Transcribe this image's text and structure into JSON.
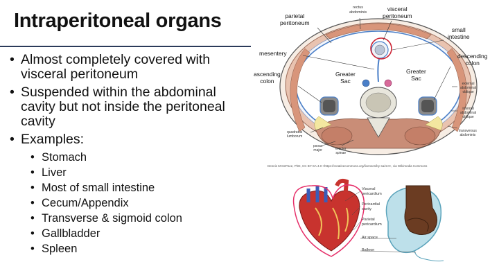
{
  "slide": {
    "title": "Intraperitoneal organs",
    "bullets": [
      "Almost completely covered with visceral peritoneum",
      "Suspended within the abdominal cavity but not inside the peritoneal cavity",
      "Examples:"
    ],
    "examples": [
      "Stomach",
      "Liver",
      "Most of small intestine",
      "Cecum/Appendix",
      "Transverse & sigmoid colon",
      "Gallbladder",
      "Spleen"
    ]
  },
  "diagram_top": {
    "labels": {
      "parietal": "parietal\nperitoneum",
      "rectus": "rectus\nabdominis",
      "visceral": "visceral\nperitoneum",
      "small_intestine": "small\nintestine",
      "mesentery": "mesentery",
      "descending_colon": "descending\ncolon",
      "ascending_colon": "ascending\ncolon",
      "greater_sac_left": "Greater\nSac",
      "greater_sac_right": "Greater\nSac",
      "ext_oblique": "external\nabdominal\noblique",
      "int_oblique": "internal\nabdominal\noblique",
      "transversus": "transversus\nabdominis",
      "quadratus": "quadratus\nlumborum",
      "psoas": "psoas\nmajor",
      "erector": "erector\nspinae"
    },
    "credit": "Dennis M DePace, PhD, CC BY-SA 4.0 <https://creativecommons.org/licenses/by-sa/4.0>, via Wikimedia Commons"
  },
  "diagram_bottom": {
    "labels": {
      "visceral_pericardium": "Visceral\npericardium",
      "pericardial_cavity": "Pericardial\ncavity",
      "parietal_pericardium": "Parietal\npericardium",
      "air_space": "Air space",
      "balloon": "Balloon"
    }
  },
  "colors": {
    "rule": "#2b3a5a",
    "peritoneum": "#4a7fc8",
    "muscle": "#c98d77",
    "highlight": "#cc2233",
    "fat": "#f3e7a0"
  }
}
